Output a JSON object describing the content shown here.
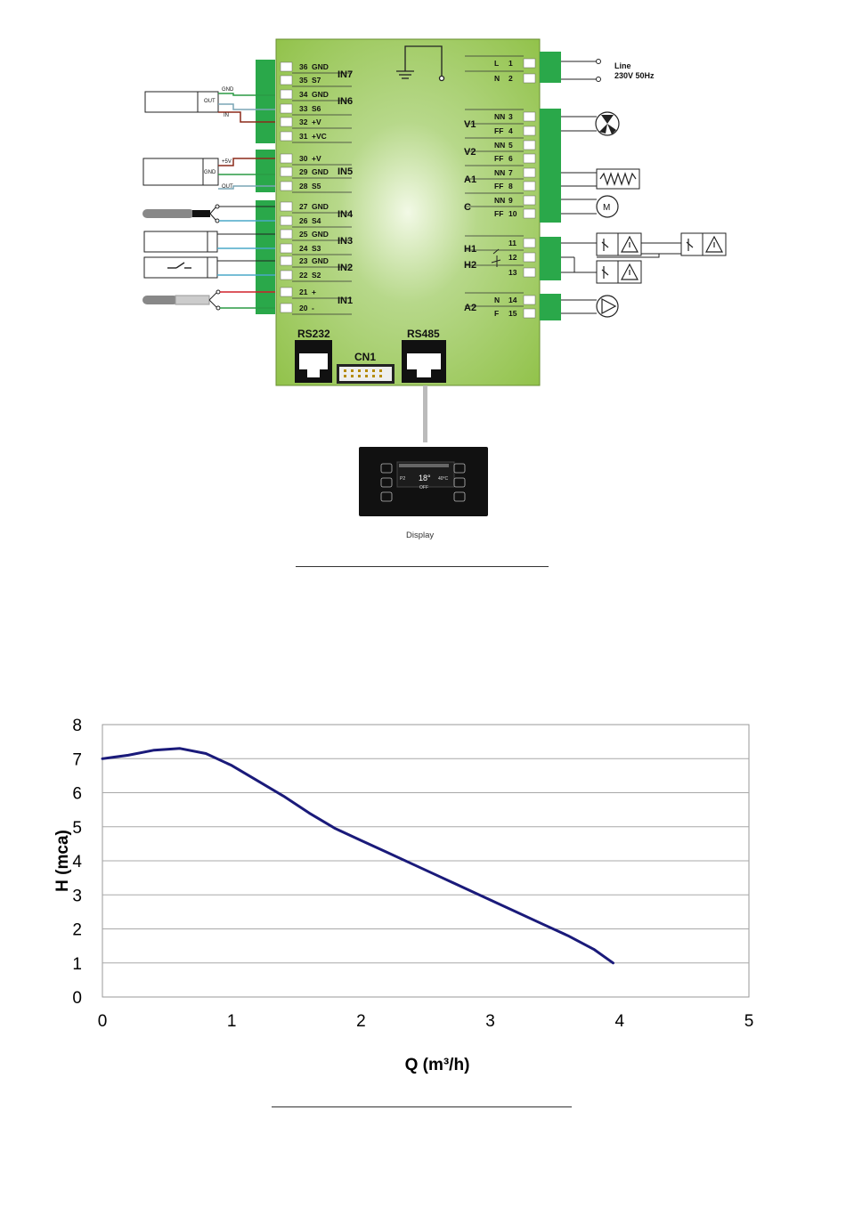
{
  "board": {
    "left_terminals": [
      {
        "id": "t36",
        "num": "36",
        "label": "GND"
      },
      {
        "id": "t35",
        "num": "35",
        "label": "S7"
      },
      {
        "id": "t34",
        "num": "34",
        "label": "GND"
      },
      {
        "id": "t33",
        "num": "33",
        "label": "S6"
      },
      {
        "id": "t32",
        "num": "32",
        "label": "+V"
      },
      {
        "id": "t31",
        "num": "31",
        "label": "+VC"
      },
      {
        "id": "t30",
        "num": "30",
        "label": "+V"
      },
      {
        "id": "t29",
        "num": "29",
        "label": "GND"
      },
      {
        "id": "t28",
        "num": "28",
        "label": "S5"
      },
      {
        "id": "t27",
        "num": "27",
        "label": "GND"
      },
      {
        "id": "t26",
        "num": "26",
        "label": "S4"
      },
      {
        "id": "t25",
        "num": "25",
        "label": "GND"
      },
      {
        "id": "t24",
        "num": "24",
        "label": "S3"
      },
      {
        "id": "t23",
        "num": "23",
        "label": "GND"
      },
      {
        "id": "t22",
        "num": "22",
        "label": "S2"
      },
      {
        "id": "t21",
        "num": "21",
        "label": "+"
      },
      {
        "id": "t20",
        "num": "20",
        "label": "-"
      }
    ],
    "input_groups": [
      "IN7",
      "IN6",
      "IN5",
      "IN4",
      "IN3",
      "IN2",
      "IN1"
    ],
    "right_terminals": [
      {
        "id": "r1",
        "label": "L",
        "num": "1"
      },
      {
        "id": "r2",
        "label": "N",
        "num": "2"
      },
      {
        "id": "r3",
        "label": "NN",
        "num": "3"
      },
      {
        "id": "r4",
        "label": "FF",
        "num": "4"
      },
      {
        "id": "r5",
        "label": "NN",
        "num": "5"
      },
      {
        "id": "r6",
        "label": "FF",
        "num": "6"
      },
      {
        "id": "r7",
        "label": "NN",
        "num": "7"
      },
      {
        "id": "r8",
        "label": "FF",
        "num": "8"
      },
      {
        "id": "r9",
        "label": "NN",
        "num": "9"
      },
      {
        "id": "r10",
        "label": "FF",
        "num": "10"
      },
      {
        "id": "r11",
        "label": "",
        "num": "11"
      },
      {
        "id": "r12",
        "label": "",
        "num": "12"
      },
      {
        "id": "r13",
        "label": "",
        "num": "13"
      },
      {
        "id": "r14",
        "label": "N",
        "num": "14"
      },
      {
        "id": "r15",
        "label": "F",
        "num": "15"
      }
    ],
    "output_groups": [
      "V1",
      "V2",
      "A1",
      "C",
      "H1",
      "H2",
      "A2"
    ],
    "ports": {
      "rs232": "RS232",
      "cn1": "CN1",
      "rs485": "RS485"
    },
    "line_label": "Line",
    "line_spec": "230V 50Hz",
    "sensor_labels": {
      "gnd_a": "GND",
      "out_a": "OUT",
      "in_a": "IN",
      "plus5v": "+5V",
      "gnd_b": "GND",
      "out_b": "OUT"
    },
    "motor_label": "M",
    "display": {
      "caption": "Display",
      "temp": "18°",
      "mode": "OFF",
      "left_status": "P2",
      "right_status": "40°C"
    }
  },
  "chart_data": {
    "type": "line",
    "xlabel": "Q (m³/h)",
    "ylabel": "H (mca)",
    "xlim": [
      0,
      5
    ],
    "ylim": [
      0,
      8
    ],
    "x_ticks": [
      "0",
      "1",
      "2",
      "3",
      "4",
      "5"
    ],
    "y_ticks": [
      "0",
      "1",
      "2",
      "3",
      "4",
      "5",
      "6",
      "7",
      "8"
    ],
    "grid": "horizontal",
    "line_color": "#1a1a7a",
    "series": [
      {
        "x": [
          0,
          0.2,
          0.4,
          0.6,
          0.8,
          1.0,
          1.2,
          1.4,
          1.6,
          1.8,
          2.0,
          2.2,
          2.4,
          2.6,
          2.8,
          3.0,
          3.2,
          3.4,
          3.6,
          3.8,
          3.95
        ],
        "values": [
          7.0,
          7.1,
          7.25,
          7.3,
          7.15,
          6.8,
          6.35,
          5.9,
          5.4,
          4.95,
          4.6,
          4.25,
          3.9,
          3.55,
          3.2,
          2.85,
          2.5,
          2.15,
          1.8,
          1.4,
          1.0
        ]
      }
    ]
  }
}
